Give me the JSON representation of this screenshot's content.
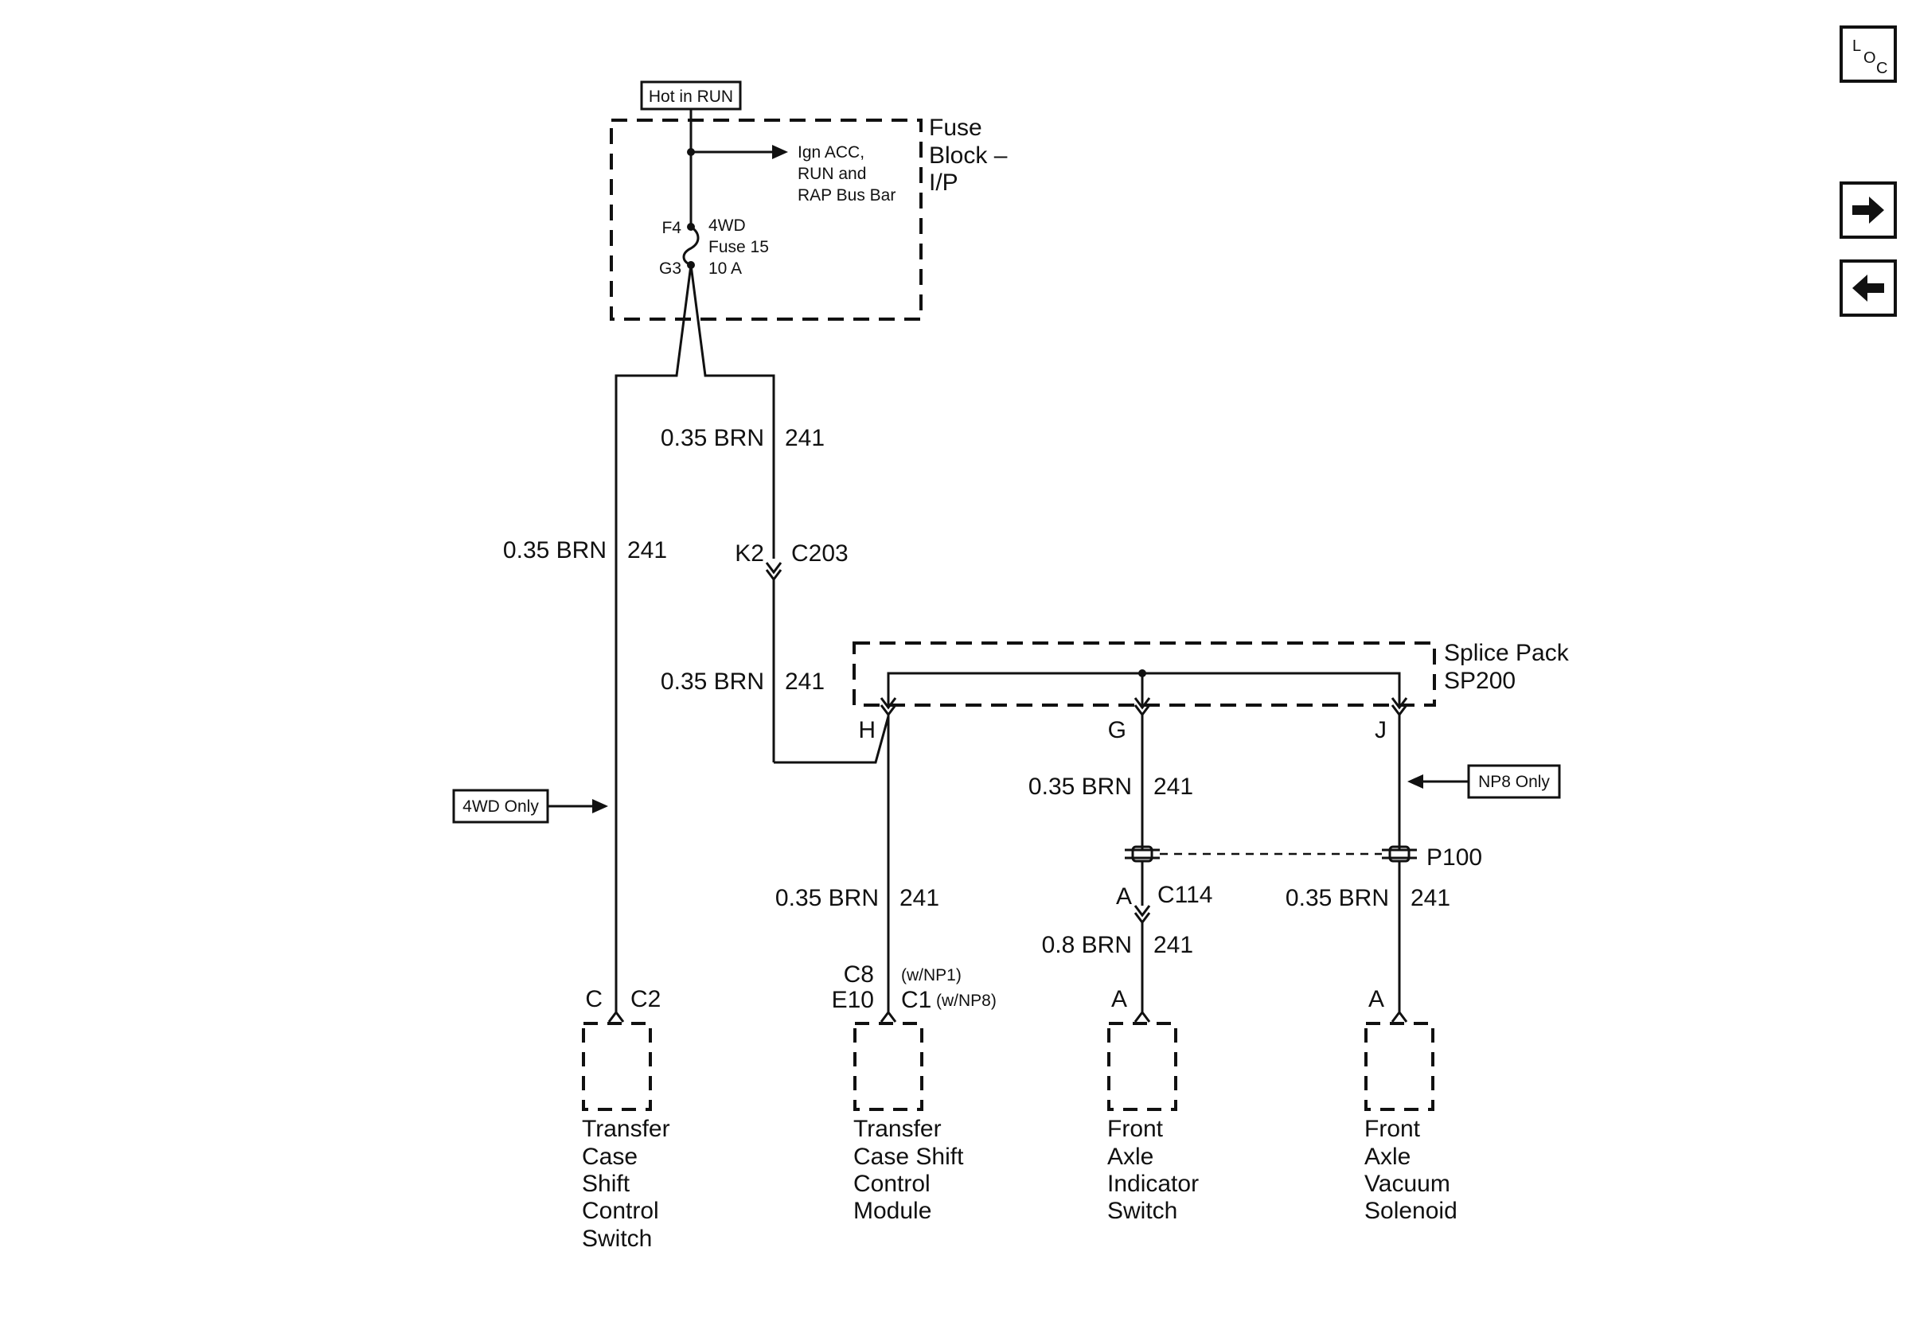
{
  "nav": {
    "loc_letters": {
      "l": "L",
      "o": "O",
      "c": "C"
    },
    "forward_icon": "arrow-right-icon",
    "back_icon": "arrow-left-icon"
  },
  "fuse_block": {
    "supply_label": "Hot in RUN",
    "name": [
      "Fuse",
      "Block –",
      "I/P"
    ],
    "bus_bar": [
      "Ign ACC,",
      "RUN and",
      "RAP Bus Bar"
    ],
    "fuse_in_pin": "F4",
    "fuse_out_pin": "G3",
    "fuse": [
      "4WD",
      "Fuse 15",
      "10 A"
    ]
  },
  "wires": {
    "left_main": {
      "gauge": "0.35 BRN",
      "circuit": "241"
    },
    "right_upper": {
      "gauge": "0.35 BRN",
      "circuit": "241"
    },
    "right_lower": {
      "gauge": "0.35 BRN",
      "circuit": "241"
    },
    "branch_h": {
      "gauge": "0.35 BRN",
      "circuit": "241"
    },
    "branch_g_upper": {
      "gauge": "0.35 BRN",
      "circuit": "241"
    },
    "branch_g_lower": {
      "gauge": "0.8 BRN",
      "circuit": "241"
    },
    "branch_j": {
      "gauge": "0.35 BRN",
      "circuit": "241"
    }
  },
  "connectors": {
    "c203": {
      "pin": "K2",
      "name": "C203"
    },
    "c114": {
      "pin": "A",
      "name": "C114"
    },
    "p100": {
      "name": "P100"
    },
    "tcs": {
      "pin": "C",
      "name": "C2"
    },
    "tcm": {
      "pin1": "C8",
      "pin2": "E10",
      "name1": "(w/NP1)",
      "name2": "C1",
      "name3": "(w/NP8)"
    },
    "fais": {
      "pin": "A"
    },
    "favs": {
      "pin": "A"
    }
  },
  "splice_pack": {
    "name": [
      "Splice Pack",
      "SP200"
    ],
    "pins": {
      "h": "H",
      "g": "G",
      "j": "J"
    }
  },
  "notes": {
    "four_wd_only": "4WD Only",
    "np8_only": "NP8 Only"
  },
  "components": {
    "tcs": [
      "Transfer",
      "Case",
      "Shift",
      "Control",
      "Switch"
    ],
    "tcm": [
      "Transfer",
      "Case Shift",
      "Control",
      "Module"
    ],
    "fais": [
      "Front",
      "Axle",
      "Indicator",
      "Switch"
    ],
    "favs": [
      "Front",
      "Axle",
      "Vacuum",
      "Solenoid"
    ]
  }
}
